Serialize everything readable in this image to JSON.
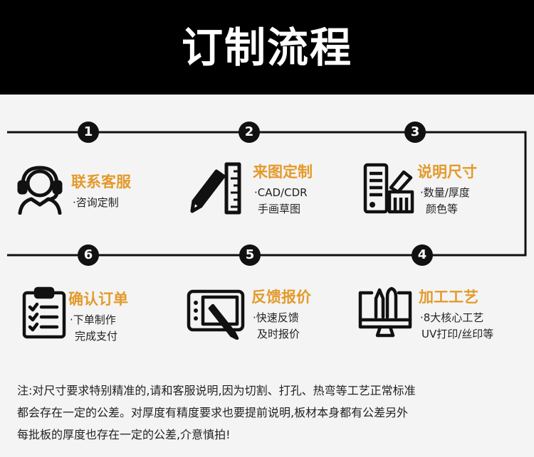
{
  "header": {
    "title": "订制流程"
  },
  "steps": [
    {
      "number": "1",
      "title": "联系客服",
      "desc": [
        "·咨询定制"
      ],
      "icon": "customer-service-icon"
    },
    {
      "number": "2",
      "title": "来图定制",
      "desc": [
        "·CAD/CDR",
        "手画草图"
      ],
      "icon": "pencil-ruler-icon"
    },
    {
      "number": "3",
      "title": "说明尺寸",
      "desc": [
        "·数量/厚度",
        "颜色等"
      ],
      "icon": "spec-sheet-icon"
    },
    {
      "number": "4",
      "title": "加工工艺",
      "desc": [
        "·8大核心工艺",
        "UV打印/丝印等"
      ],
      "icon": "monitor-tools-icon"
    },
    {
      "number": "5",
      "title": "反馈报价",
      "desc": [
        "·快速反馈",
        "及时报价"
      ],
      "icon": "tablet-pen-icon"
    },
    {
      "number": "6",
      "title": "确认订单",
      "desc": [
        "·下单制作",
        "完成支付"
      ],
      "icon": "clipboard-checklist-icon"
    }
  ],
  "note": {
    "lines": [
      "注:对尺寸要求特别精准的,请和客服说明,因为切割、打孔、热弯等工艺正常标准",
      "都会存在一定的公差。对厚度有精度要求也要提前说明,板材本身都有公差另外",
      "每批板的厚度也存在一定的公差,介意慎拍!"
    ]
  },
  "colors": {
    "accent": "#e39a2b",
    "dark": "#111111",
    "background": "#f4f4f4"
  }
}
